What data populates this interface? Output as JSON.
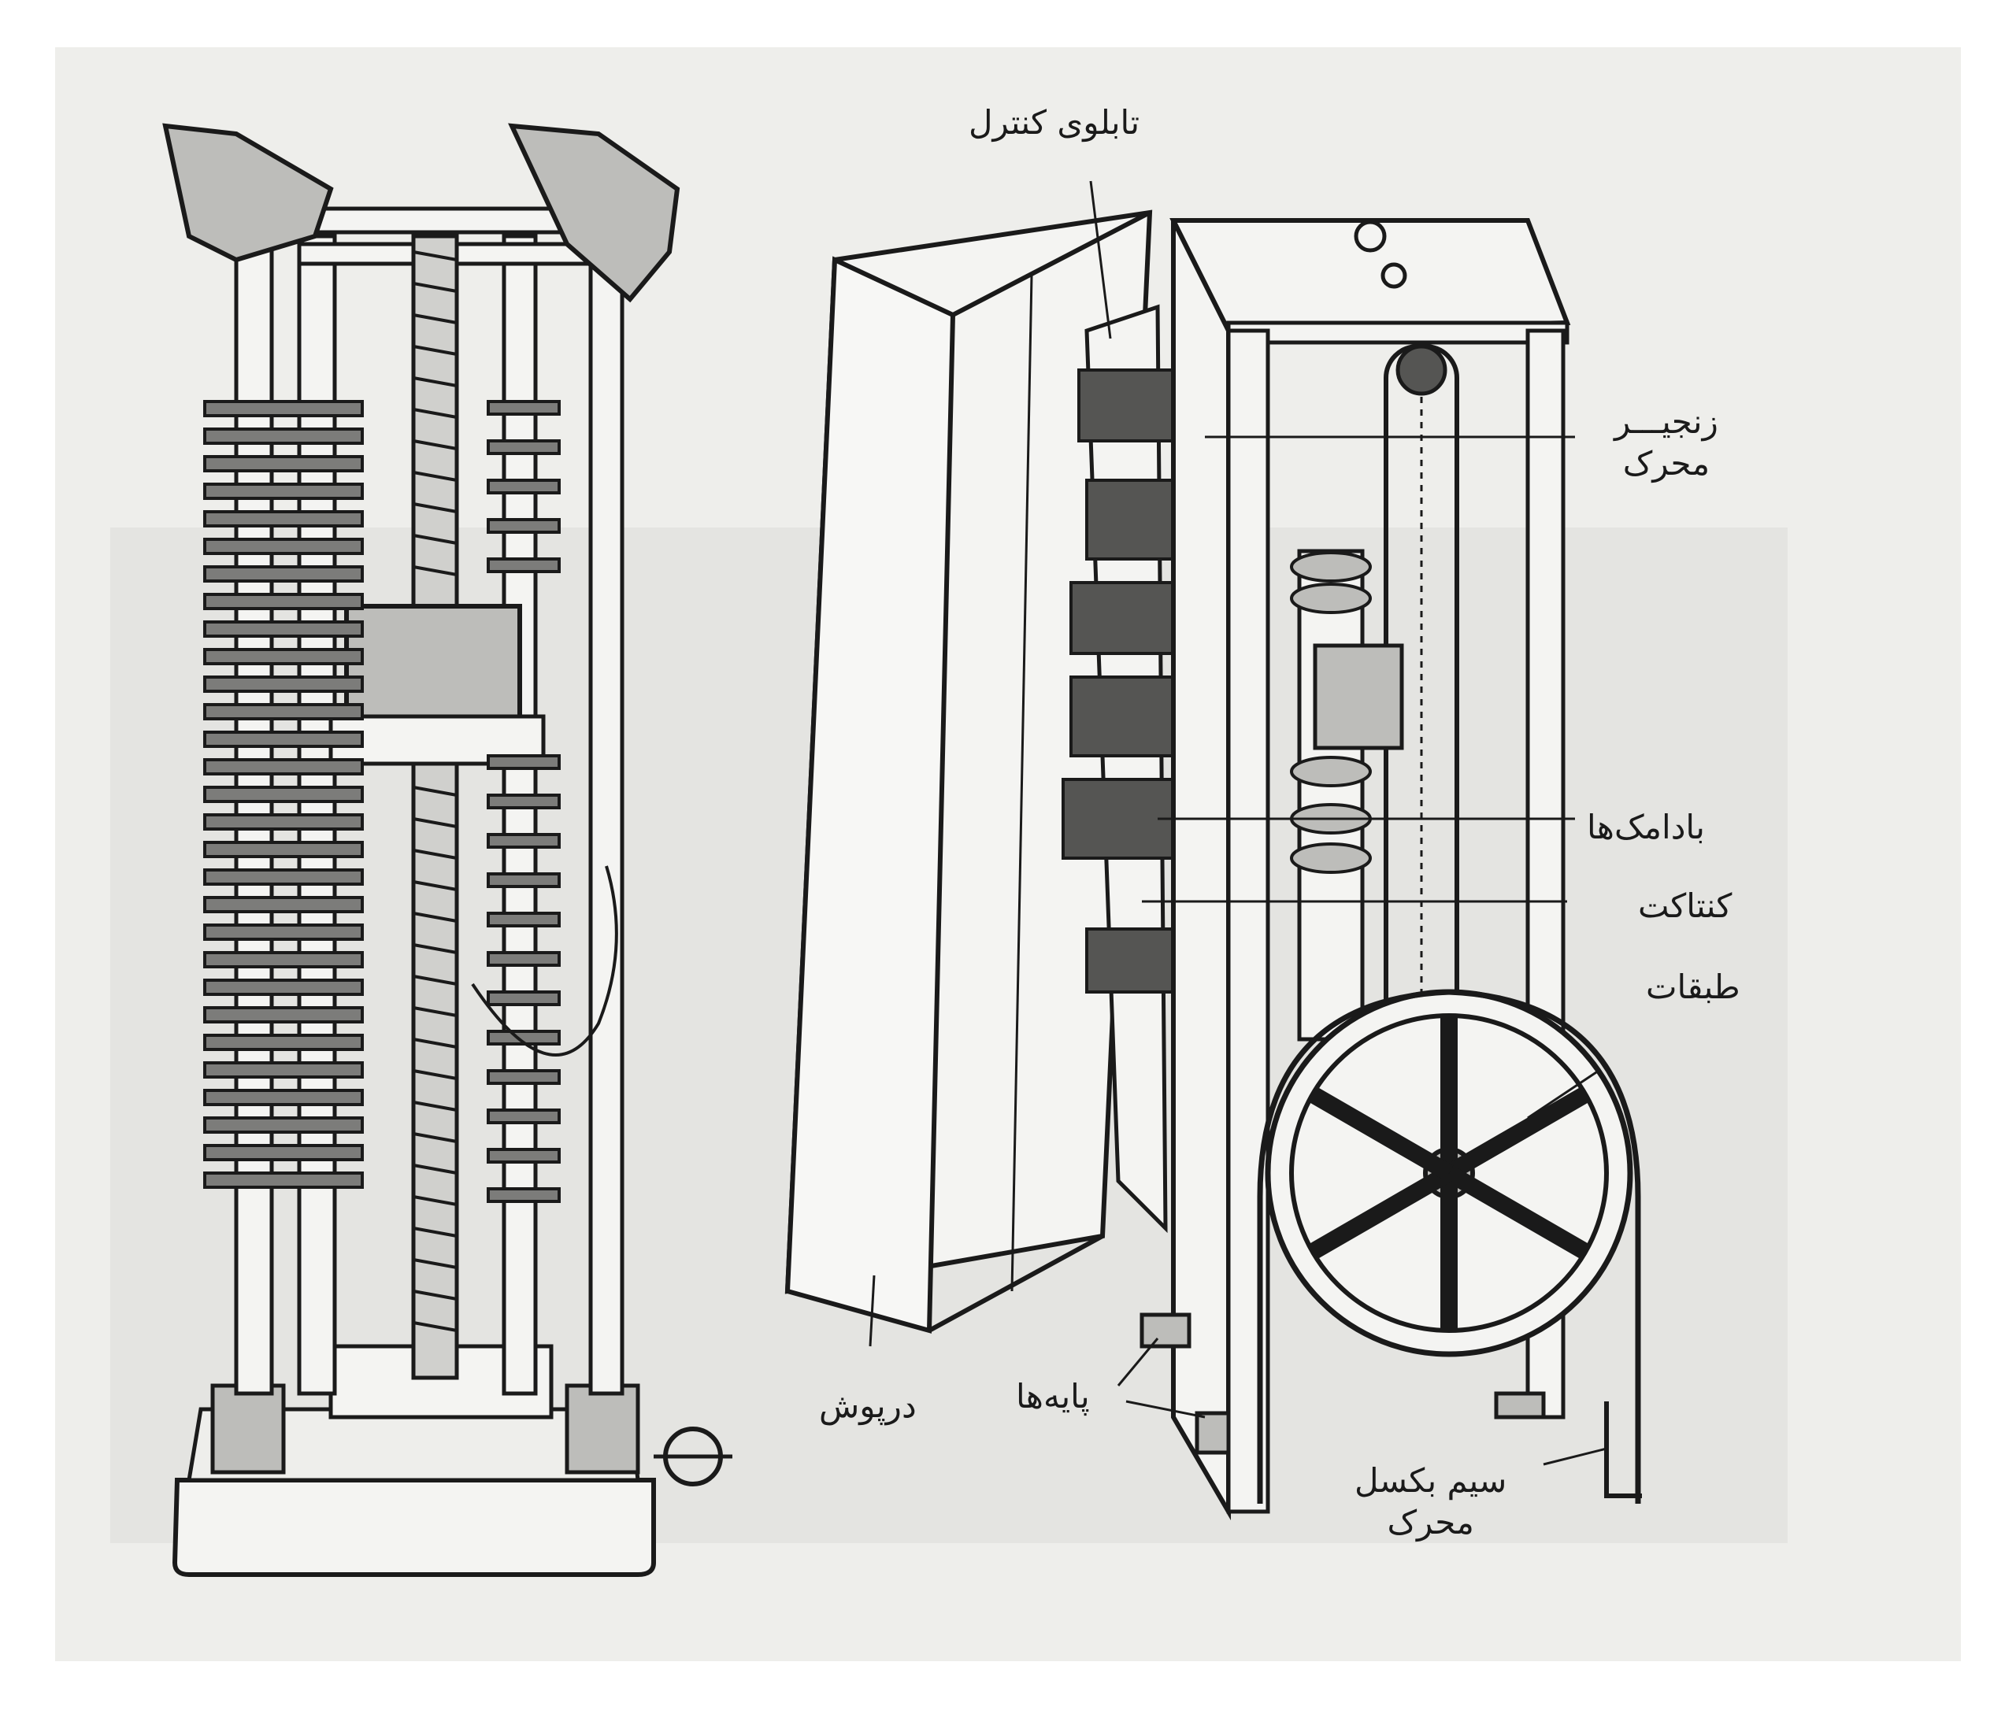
{
  "labels": {
    "control_panel": "تابلوی کنترل",
    "motor_chain_line1": "زنجیـــر",
    "motor_chain_line2": "محرک",
    "cams": "بادامک‌ها",
    "contact": "کنتاکت",
    "floors": "طبقات",
    "feet": "پایه‌ها",
    "door_cover": "درپوش",
    "motor_cable_line1": "سیم بکسل",
    "motor_cable_line2": "محرک"
  },
  "colors": {
    "ink": "#1a1a1a",
    "paper": "#eeeeeb",
    "shade": "#d9d9d6"
  }
}
